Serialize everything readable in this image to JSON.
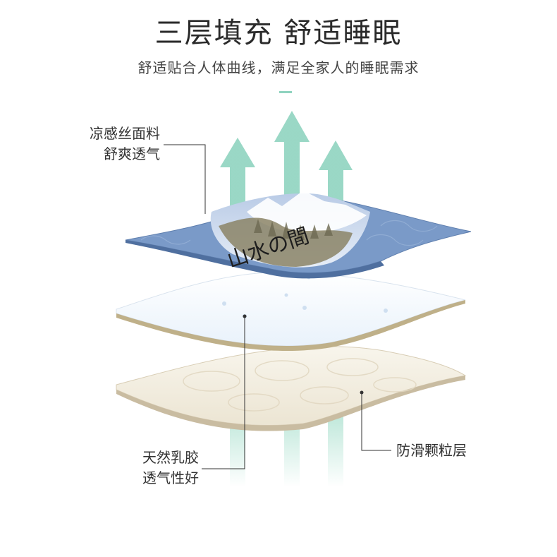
{
  "header": {
    "title": "三层填充 舒适睡眠",
    "subtitle": "舒适贴合人体曲线，满足全家人的睡眠需求"
  },
  "layers": {
    "top": {
      "line1": "凉感丝面料",
      "line2": "舒爽透气",
      "print_text": "山水の間"
    },
    "middle": {
      "line1": "天然乳胶",
      "line2": "透气性好"
    },
    "bottom": {
      "line1": "防滑颗粒层"
    }
  },
  "colors": {
    "accent": "#8fd3bf",
    "blue_fabric": "#6f8fbf",
    "latex": "#f3f8fd",
    "base": "#efe9db",
    "edge": "#c9bca1"
  }
}
